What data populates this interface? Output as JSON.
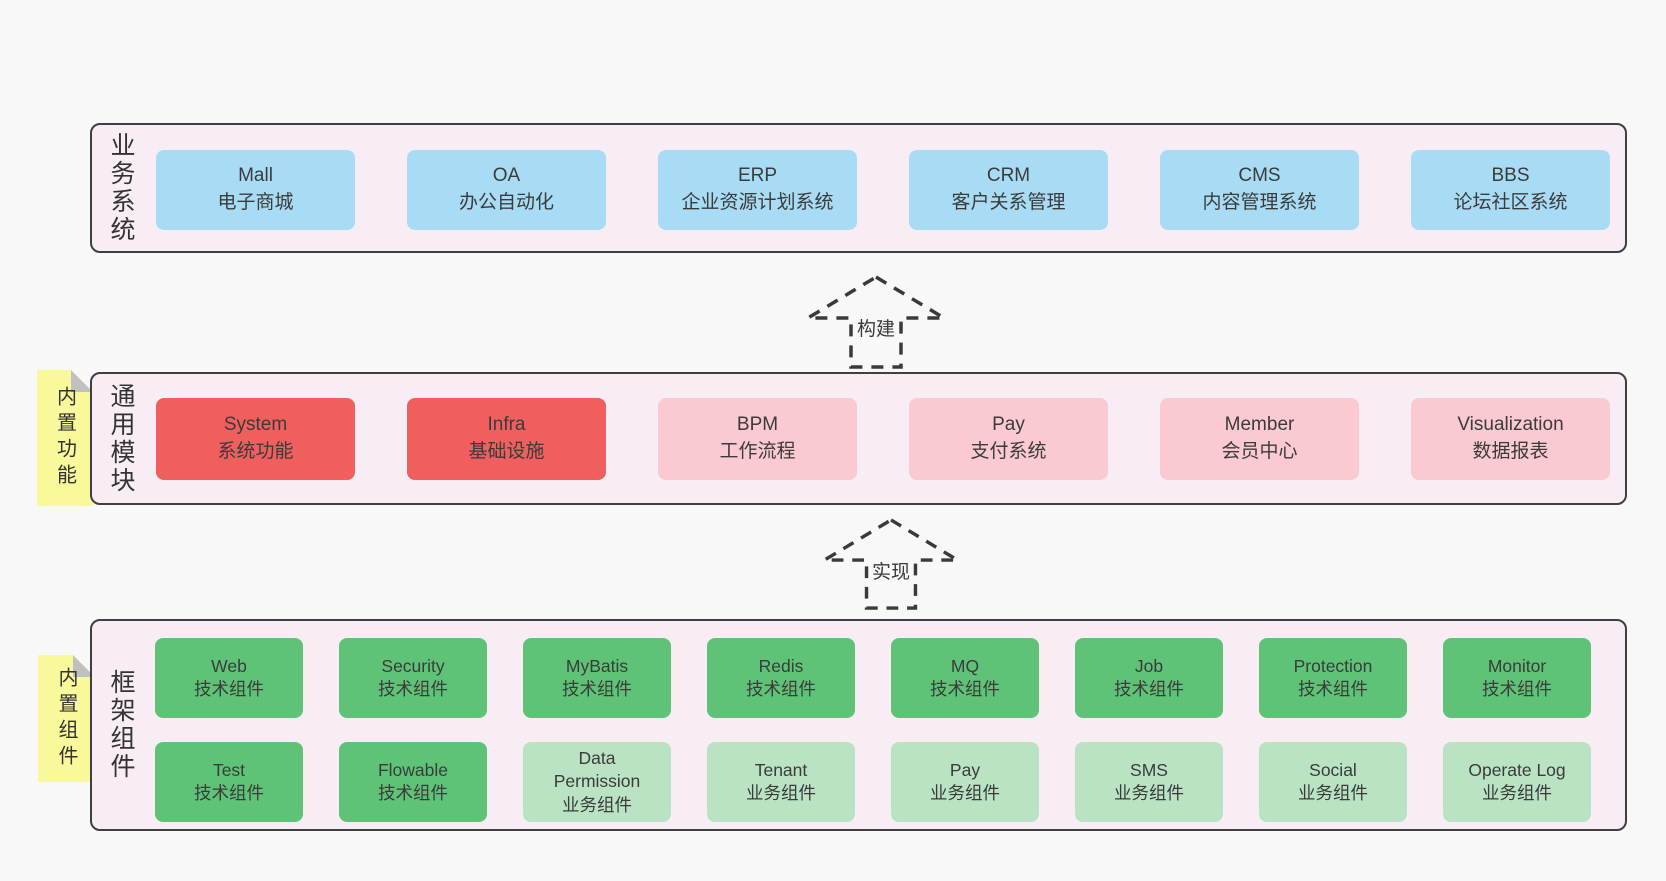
{
  "colors": {
    "page_background": "#f8f8f8",
    "panel_background": "#f8ecf5",
    "panel_border": "#3f3f3f",
    "blue_box": "#a8dcf4",
    "red_box": "#f15e5e",
    "pink_box": "#fbc9d2",
    "green_box": "#5fc377",
    "light_green_box": "#b9e3c3",
    "sticky_yellow": "#f9f99c",
    "sticky_fold_gray": "#c0c0c0",
    "text": "#3b3b3b"
  },
  "layers": [
    {
      "label": "业务系统",
      "boxes": [
        {
          "title": "Mall",
          "subtitle": "电子商城"
        },
        {
          "title": "OA",
          "subtitle": "办公自动化"
        },
        {
          "title": "ERP",
          "subtitle": "企业资源计划系统"
        },
        {
          "title": "CRM",
          "subtitle": "客户关系管理"
        },
        {
          "title": "CMS",
          "subtitle": "内容管理系统"
        },
        {
          "title": "BBS",
          "subtitle": "论坛社区系统"
        }
      ]
    },
    {
      "label": "通用模块",
      "sticky": "内置功能",
      "boxes": [
        {
          "title": "System",
          "subtitle": "系统功能"
        },
        {
          "title": "Infra",
          "subtitle": "基础设施"
        },
        {
          "title": "BPM",
          "subtitle": "工作流程"
        },
        {
          "title": "Pay",
          "subtitle": "支付系统"
        },
        {
          "title": "Member",
          "subtitle": "会员中心"
        },
        {
          "title": "Visualization",
          "subtitle": "数据报表"
        }
      ]
    },
    {
      "label": "框架组件",
      "sticky": "内置组件",
      "rows": [
        [
          {
            "title": "Web",
            "subtitle": "技术组件"
          },
          {
            "title": "Security",
            "subtitle": "技术组件"
          },
          {
            "title": "MyBatis",
            "subtitle": "技术组件"
          },
          {
            "title": "Redis",
            "subtitle": "技术组件"
          },
          {
            "title": "MQ",
            "subtitle": "技术组件"
          },
          {
            "title": "Job",
            "subtitle": "技术组件"
          },
          {
            "title": "Protection",
            "subtitle": "技术组件"
          },
          {
            "title": "Monitor",
            "subtitle": "技术组件"
          }
        ],
        [
          {
            "title": "Test",
            "subtitle": "技术组件"
          },
          {
            "title": "Flowable",
            "subtitle": "技术组件"
          },
          {
            "title": "Data Permission",
            "subtitle": "业务组件"
          },
          {
            "title": "Tenant",
            "subtitle": "业务组件"
          },
          {
            "title": "Pay",
            "subtitle": "业务组件"
          },
          {
            "title": "SMS",
            "subtitle": "业务组件"
          },
          {
            "title": "Social",
            "subtitle": "业务组件"
          },
          {
            "title": "Operate Log",
            "subtitle": "业务组件"
          }
        ]
      ]
    }
  ],
  "arrows": [
    {
      "label": "构建"
    },
    {
      "label": "实现"
    }
  ]
}
